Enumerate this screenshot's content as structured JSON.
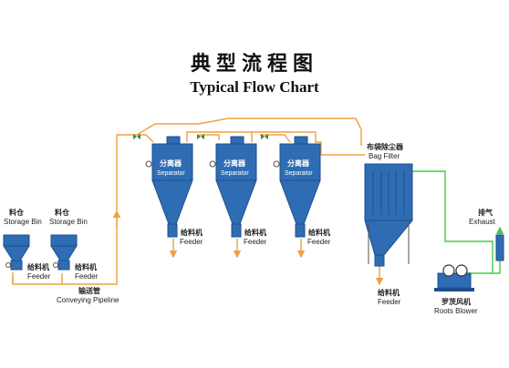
{
  "title_cn": "典型流程图",
  "title_en": "Typical Flow Chart",
  "storage_bins": [
    {
      "cn": "料仓",
      "en": "Storage Bin",
      "feeder_cn": "给料机",
      "feeder_en": "Feeder"
    },
    {
      "cn": "料仓",
      "en": "Storage Bin",
      "feeder_cn": "给料机",
      "feeder_en": "Feeder"
    }
  ],
  "pipeline": {
    "cn": "输送管",
    "en": "Conveying Pipeline"
  },
  "separators": [
    {
      "cn": "分离器",
      "en": "Separator",
      "feeder_cn": "给料机",
      "feeder_en": "Feeder"
    },
    {
      "cn": "分离器",
      "en": "Separator",
      "feeder_cn": "给料机",
      "feeder_en": "Feeder"
    },
    {
      "cn": "分离器",
      "en": "Separator",
      "feeder_cn": "给料机",
      "feeder_en": "Feeder"
    }
  ],
  "bag_filter": {
    "cn": "布袋除尘器",
    "en": "Bag Filter",
    "feeder_cn": "给料机",
    "feeder_en": "Feeder"
  },
  "exhaust": {
    "cn": "排气",
    "en": "Exhaust"
  },
  "blower": {
    "cn": "罗茨风机",
    "en": "Roots Blower"
  },
  "colors": {
    "vessel": "#2e6db4",
    "vessel_dark": "#1d4f8c",
    "pipe_material": "#f0a040",
    "pipe_air": "#44cc44",
    "text": "#222222"
  }
}
